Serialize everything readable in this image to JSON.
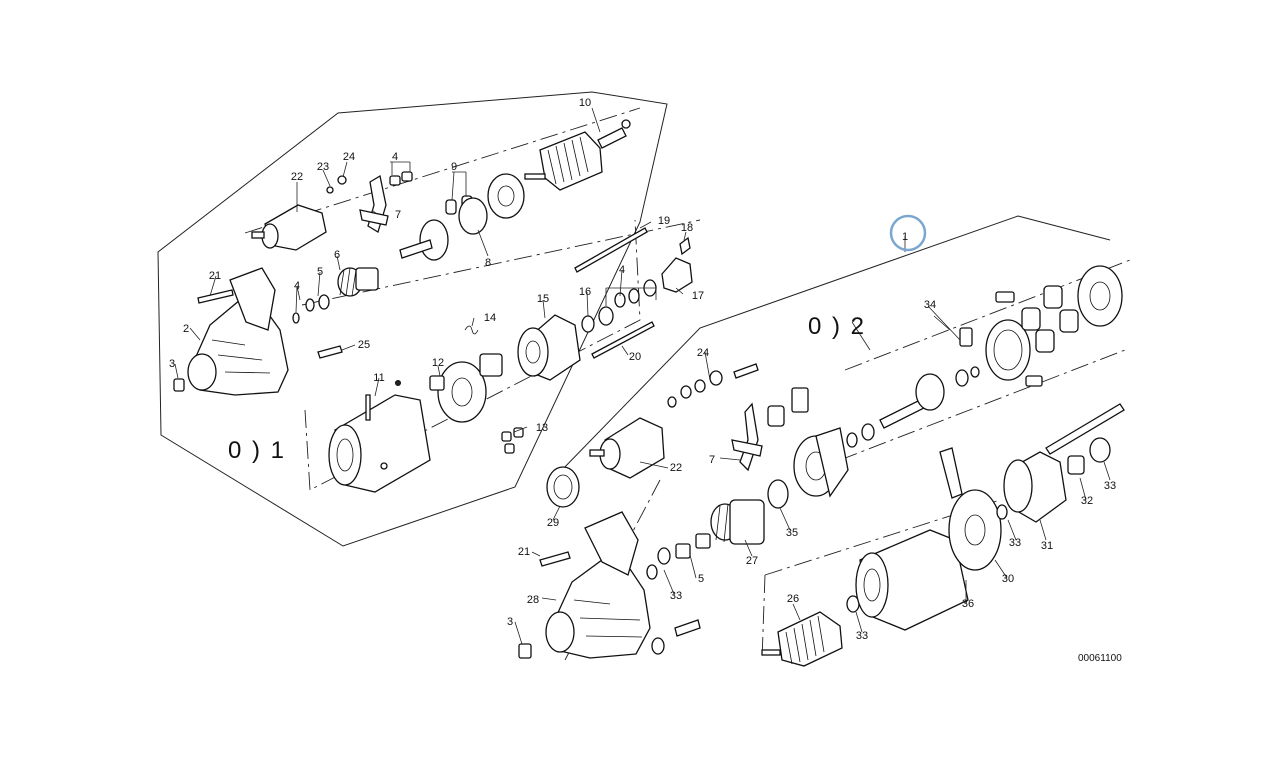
{
  "diagram": {
    "groups": [
      {
        "id": "g1",
        "label": "0 ) 1"
      },
      {
        "id": "g2",
        "label": "0 ) 2"
      }
    ],
    "highlight": {
      "label": "1",
      "color": "#7aa6cf"
    },
    "reference_number": "00061100"
  },
  "callouts": [
    {
      "id": "c10",
      "label": "10"
    },
    {
      "id": "c22a",
      "label": "22"
    },
    {
      "id": "c23",
      "label": "23"
    },
    {
      "id": "c24a",
      "label": "24"
    },
    {
      "id": "c4a",
      "label": "4"
    },
    {
      "id": "c9",
      "label": "9"
    },
    {
      "id": "c7a",
      "label": "7"
    },
    {
      "id": "c19",
      "label": "19"
    },
    {
      "id": "c18",
      "label": "18"
    },
    {
      "id": "c6",
      "label": "6"
    },
    {
      "id": "c8",
      "label": "8"
    },
    {
      "id": "c21a",
      "label": "21"
    },
    {
      "id": "c5a",
      "label": "5"
    },
    {
      "id": "c4b",
      "label": "4"
    },
    {
      "id": "c4c",
      "label": "4"
    },
    {
      "id": "c17",
      "label": "17"
    },
    {
      "id": "c16",
      "label": "16"
    },
    {
      "id": "c15",
      "label": "15"
    },
    {
      "id": "c14",
      "label": "14"
    },
    {
      "id": "c2",
      "label": "2"
    },
    {
      "id": "c25",
      "label": "25"
    },
    {
      "id": "c20",
      "label": "20"
    },
    {
      "id": "c3a",
      "label": "3"
    },
    {
      "id": "c12",
      "label": "12"
    },
    {
      "id": "c11",
      "label": "11"
    },
    {
      "id": "c13",
      "label": "13"
    },
    {
      "id": "c34",
      "label": "34"
    },
    {
      "id": "c24b",
      "label": "24"
    },
    {
      "id": "c7b",
      "label": "7"
    },
    {
      "id": "c22b",
      "label": "22"
    },
    {
      "id": "c29",
      "label": "29"
    },
    {
      "id": "c35",
      "label": "35"
    },
    {
      "id": "c27",
      "label": "27"
    },
    {
      "id": "c21b",
      "label": "21"
    },
    {
      "id": "c28",
      "label": "28"
    },
    {
      "id": "c5b",
      "label": "5"
    },
    {
      "id": "c33a",
      "label": "33"
    },
    {
      "id": "c3b",
      "label": "3"
    },
    {
      "id": "c26",
      "label": "26"
    },
    {
      "id": "c33b",
      "label": "33"
    },
    {
      "id": "c36",
      "label": "36"
    },
    {
      "id": "c30",
      "label": "30"
    },
    {
      "id": "c33c",
      "label": "33"
    },
    {
      "id": "c31",
      "label": "31"
    },
    {
      "id": "c32",
      "label": "32"
    },
    {
      "id": "c33d",
      "label": "33"
    }
  ]
}
